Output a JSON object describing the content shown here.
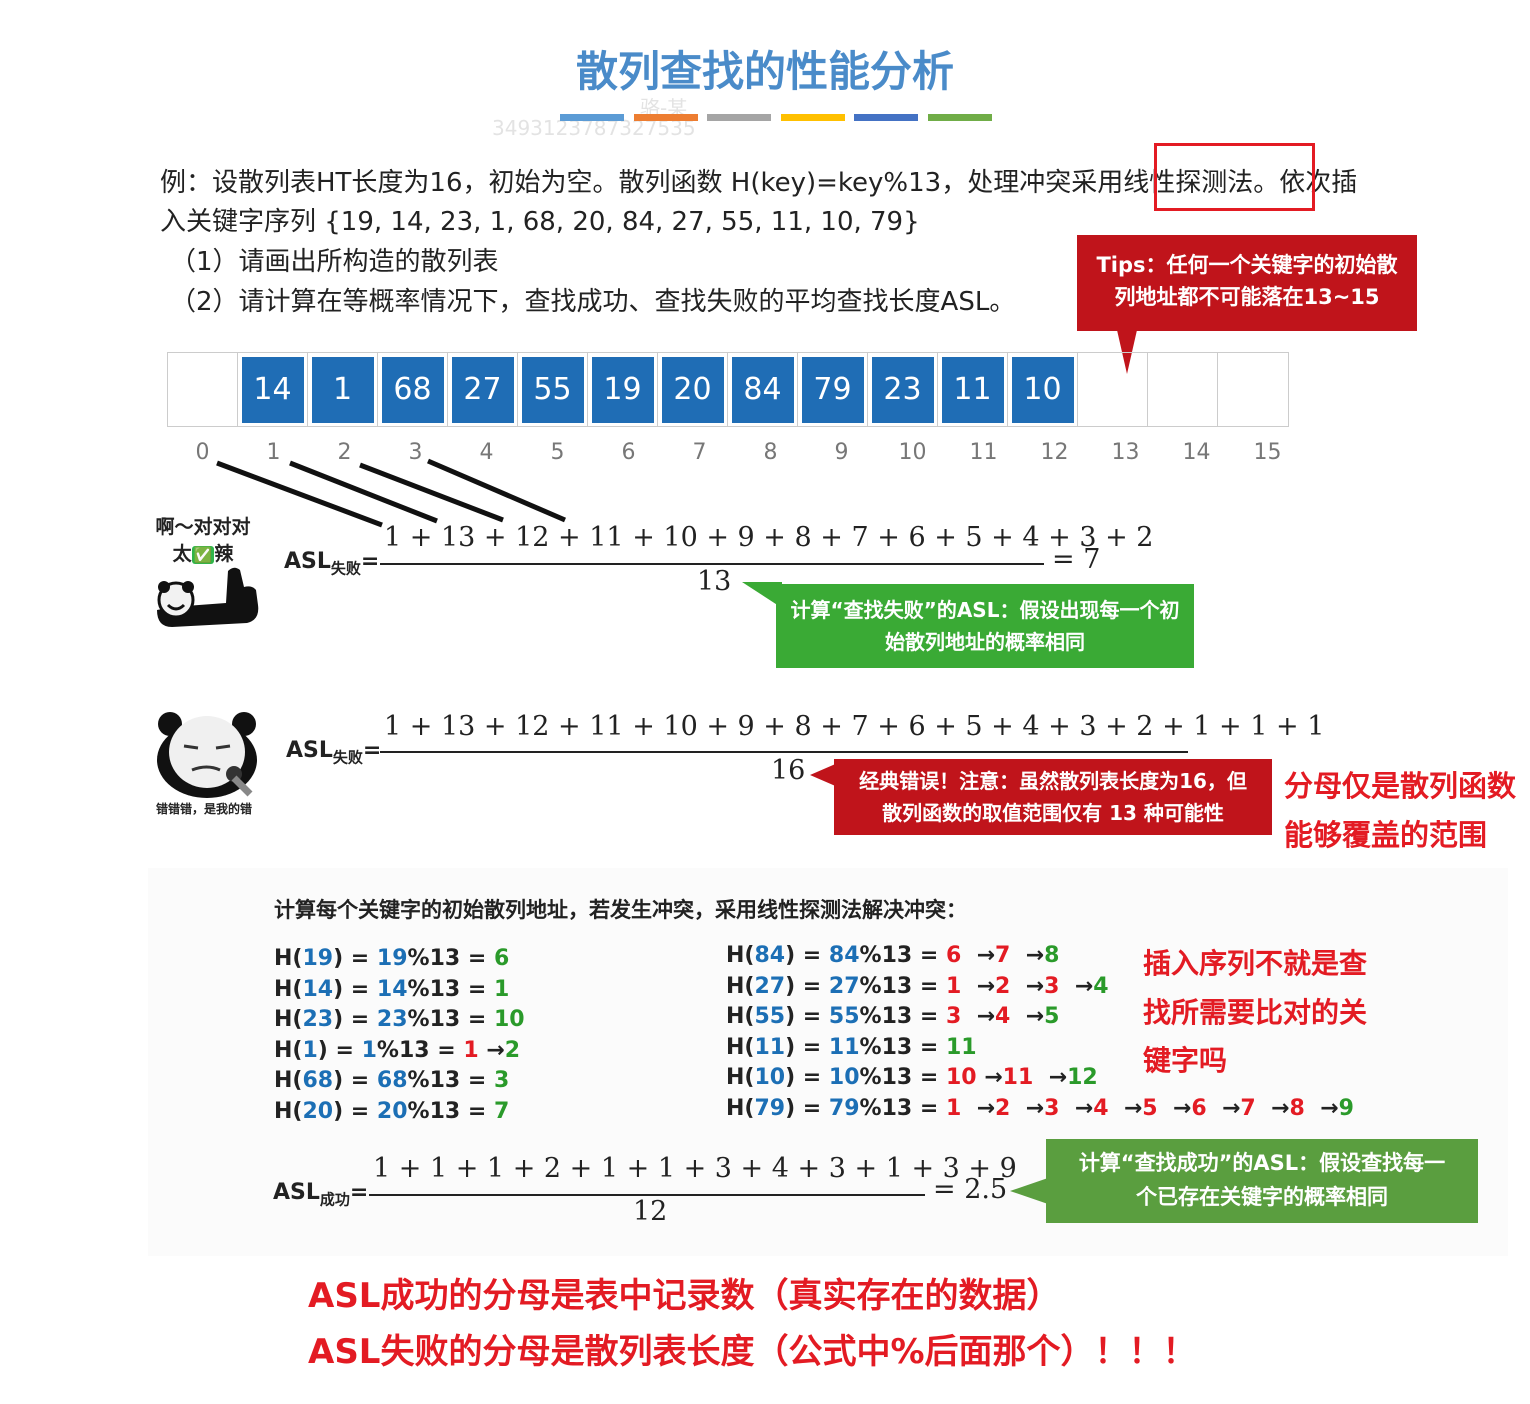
{
  "title": "散列查找的性能分析",
  "watermark": {
    "name": "骆-某",
    "id": "3493123787327535"
  },
  "title_bar_colors": [
    "#5b9bd5",
    "#ed7d31",
    "#a5a5a5",
    "#ffc000",
    "#4472c4",
    "#70ad47"
  ],
  "question": {
    "line1": "例：设散列表HT长度为16，初始为空。散列函数 H(key)=key%13，处理冲突采用线性探测法。依次插",
    "line2": "入关键字序列 {19, 14, 23, 1, 68, 20, 84, 27, 55, 11, 10, 79}",
    "item1": "（1）请画出所构造的散列表",
    "item2": "（2）请计算在等概率情况下，查找成功、查找失败的平均查找长度ASL。"
  },
  "tips_red": {
    "line1": "Tips：任何一个关键字的初始散",
    "line2": "列地址都不可能落在13~15"
  },
  "hash_table": {
    "cells": [
      "",
      "14",
      "1",
      "68",
      "27",
      "55",
      "19",
      "20",
      "84",
      "79",
      "23",
      "11",
      "10",
      "",
      "",
      ""
    ],
    "indices": [
      "0",
      "1",
      "2",
      "3",
      "4",
      "5",
      "6",
      "7",
      "8",
      "9",
      "10",
      "11",
      "12",
      "13",
      "14",
      "15"
    ]
  },
  "meme1": {
    "line1": "啊～对对对",
    "line2a": "太",
    "line2b": "✅",
    "line2c": "辣"
  },
  "meme2": {
    "caption": "错错错，是我的错"
  },
  "asl_fail_1": {
    "label": "ASL",
    "sub": "失败",
    "eq": "=",
    "numerator": "1 + 13 + 12 + 11 + 10 + 9 + 8 + 7 + 6 + 5 + 4 + 3 + 2",
    "denominator": "13",
    "result": "= 7"
  },
  "tip_green_1": {
    "line1": "计算“查找失败”的ASL：假设出现每一个初",
    "line2": "始散列地址的概率相同"
  },
  "asl_fail_2": {
    "label": "ASL",
    "sub": "失败",
    "eq": "=",
    "numerator": "1 + 13 + 12 + 11 + 10 + 9 + 8 + 7 + 6 + 5 + 4 + 3 + 2 + 1 + 1 + 1",
    "denominator": "16"
  },
  "tips_error": {
    "line1": "经典错误！注意：虽然散列表长度为16，但",
    "line2": "散列函数的取值范围仅有 13 种可能性"
  },
  "note_denominator": {
    "line1": "分母仅是散列函数",
    "line2": "能够覆盖的范围"
  },
  "calc_heading": "计算每个关键字的初始散列地址，若发生冲突，采用线性探测法解决冲突：",
  "hash_left": [
    [
      [
        "H(",
        "k"
      ],
      [
        "19",
        "b"
      ],
      [
        ") = ",
        "k"
      ],
      [
        "19",
        "b"
      ],
      [
        "%13 = ",
        "k"
      ],
      [
        "6",
        "g"
      ]
    ],
    [
      [
        "H(",
        "k"
      ],
      [
        "14",
        "b"
      ],
      [
        ") = ",
        "k"
      ],
      [
        "14",
        "b"
      ],
      [
        "%13 = ",
        "k"
      ],
      [
        "1",
        "g"
      ]
    ],
    [
      [
        "H(",
        "k"
      ],
      [
        "23",
        "b"
      ],
      [
        ") = ",
        "k"
      ],
      [
        "23",
        "b"
      ],
      [
        "%13 = ",
        "k"
      ],
      [
        "10",
        "g"
      ]
    ],
    [
      [
        "H(",
        "k"
      ],
      [
        "1",
        "b"
      ],
      [
        ") = ",
        "k"
      ],
      [
        "1",
        "b"
      ],
      [
        "%13 = ",
        "k"
      ],
      [
        "1",
        "r"
      ],
      [
        " →",
        "k"
      ],
      [
        "2",
        "g"
      ]
    ],
    [
      [
        "H(",
        "k"
      ],
      [
        "68",
        "b"
      ],
      [
        ") = ",
        "k"
      ],
      [
        "68",
        "b"
      ],
      [
        "%13 = ",
        "k"
      ],
      [
        "3",
        "g"
      ]
    ],
    [
      [
        "H(",
        "k"
      ],
      [
        "20",
        "b"
      ],
      [
        ") = ",
        "k"
      ],
      [
        "20",
        "b"
      ],
      [
        "%13 = ",
        "k"
      ],
      [
        "7",
        "g"
      ]
    ]
  ],
  "hash_right": [
    [
      [
        "H(",
        "k"
      ],
      [
        "84",
        "b"
      ],
      [
        ") = ",
        "k"
      ],
      [
        "84",
        "b"
      ],
      [
        "%13 = ",
        "k"
      ],
      [
        "6",
        "r"
      ],
      [
        "  →",
        "k"
      ],
      [
        "7",
        "r"
      ],
      [
        "  →",
        "k"
      ],
      [
        "8",
        "g"
      ]
    ],
    [
      [
        "H(",
        "k"
      ],
      [
        "27",
        "b"
      ],
      [
        ") = ",
        "k"
      ],
      [
        "27",
        "b"
      ],
      [
        "%13 = ",
        "k"
      ],
      [
        "1",
        "r"
      ],
      [
        "  →",
        "k"
      ],
      [
        "2",
        "r"
      ],
      [
        "  →",
        "k"
      ],
      [
        "3",
        "r"
      ],
      [
        "  →",
        "k"
      ],
      [
        "4",
        "g"
      ]
    ],
    [
      [
        "H(",
        "k"
      ],
      [
        "55",
        "b"
      ],
      [
        ") = ",
        "k"
      ],
      [
        "55",
        "b"
      ],
      [
        "%13 = ",
        "k"
      ],
      [
        "3",
        "r"
      ],
      [
        "  →",
        "k"
      ],
      [
        "4",
        "r"
      ],
      [
        "  →",
        "k"
      ],
      [
        "5",
        "g"
      ]
    ],
    [
      [
        "H(",
        "k"
      ],
      [
        "11",
        "b"
      ],
      [
        ") = ",
        "k"
      ],
      [
        "11",
        "b"
      ],
      [
        "%13 = ",
        "k"
      ],
      [
        "11",
        "g"
      ]
    ],
    [
      [
        "H(",
        "k"
      ],
      [
        "10",
        "b"
      ],
      [
        ") = ",
        "k"
      ],
      [
        "10",
        "b"
      ],
      [
        "%13 = ",
        "k"
      ],
      [
        "10",
        "r"
      ],
      [
        " →",
        "k"
      ],
      [
        "11",
        "r"
      ],
      [
        "  →",
        "k"
      ],
      [
        "12",
        "g"
      ]
    ],
    [
      [
        "H(",
        "k"
      ],
      [
        "79",
        "b"
      ],
      [
        ") = ",
        "k"
      ],
      [
        "79",
        "b"
      ],
      [
        "%13 = ",
        "k"
      ],
      [
        "1",
        "r"
      ],
      [
        "  →",
        "k"
      ],
      [
        "2",
        "r"
      ],
      [
        "  →",
        "k"
      ],
      [
        "3",
        "r"
      ],
      [
        "  →",
        "k"
      ],
      [
        "4",
        "r"
      ],
      [
        "  →",
        "k"
      ],
      [
        "5",
        "r"
      ],
      [
        "  →",
        "k"
      ],
      [
        "6",
        "r"
      ],
      [
        "  →",
        "k"
      ],
      [
        "7",
        "r"
      ],
      [
        "  →",
        "k"
      ],
      [
        "8",
        "r"
      ],
      [
        "  →",
        "k"
      ],
      [
        "9",
        "g"
      ]
    ]
  ],
  "note_insert": {
    "line1": "插入序列不就是查",
    "line2": "找所需要比对的关",
    "line3": "键字吗"
  },
  "asl_success": {
    "label": "ASL",
    "sub": "成功",
    "eq": "=",
    "numerator": "1 + 1 + 1 + 2 + 1 + 1 + 3 + 4 + 3 + 1 + 3 + 9",
    "denominator": "12",
    "result": "= 2.5"
  },
  "tip_green_2": {
    "line1": "计算“查找成功”的ASL：假设查找每一",
    "line2": "个已存在关键字的概率相同"
  },
  "summary": {
    "line1": "ASL成功的分母是表中记录数（真实存在的数据）",
    "line2": "ASL失败的分母是散列表长度（公式中%后面那个）！！！"
  }
}
